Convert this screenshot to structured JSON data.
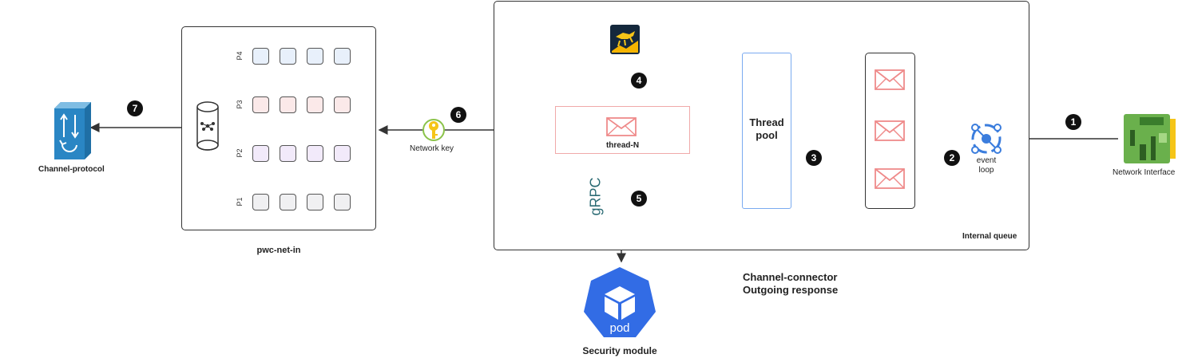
{
  "nodes": {
    "network_interface": "Network Interface",
    "event_loop_line1": "event",
    "event_loop_line2": "loop",
    "thread_pool_line1": "Thread",
    "thread_pool_line2": "pool",
    "thread_n": "thread-N",
    "internal_queue": "Internal queue",
    "network_key": "Network key",
    "pwc_net_in": "pwc-net-in",
    "channel_protocol": "Channel-protocol",
    "security_module": "Security module",
    "pod": "pod",
    "grpc": "gRPC",
    "channel_connector_line1": "Channel-connector",
    "channel_connector_line2": "Outgoing response"
  },
  "partitions": [
    "P4",
    "P3",
    "P2",
    "P1"
  ],
  "steps": [
    "1",
    "2",
    "3",
    "4",
    "5",
    "6",
    "7"
  ],
  "colors": {
    "p4_fill": "#e8f0fb",
    "p3_fill": "#fbe9e9",
    "p2_fill": "#f2eafa",
    "p1_fill": "#f0f0f2",
    "thread_pool_border": "#7aaaf0",
    "thread_n_border": "#f0a9a9",
    "envelope": "#ef8a8a",
    "k8s_blue": "#326ce5",
    "protocol_blue": "#1f6fa5",
    "grpc_teal": "#2b6b74",
    "key_yellow": "#f5c518",
    "nic_green": "#6ab04c"
  }
}
